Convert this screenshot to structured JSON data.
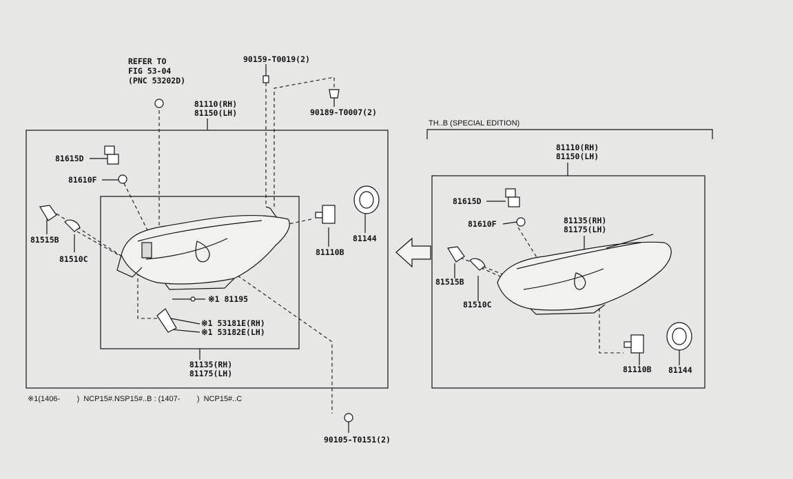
{
  "refer": [
    "REFER TO",
    "FIG 53-04",
    "(PNC 53202D)"
  ],
  "special_header": "TH..B (SPECIAL EDITION)",
  "footnote": "※1(1406-        )  NCP15#.NSP15#..B : (1407-        )  NCP15#..C",
  "left": {
    "assembly": [
      "81110(RH)",
      "81150(LH)"
    ],
    "unit": [
      "81135(RH)",
      "81175(LH)"
    ],
    "p81615d": "81615D",
    "p81610f": "81610F",
    "p81515b": "81515B",
    "p81510c": "81510C",
    "p81110b": "81110B",
    "p81144": "81144",
    "p81195": "※1 81195",
    "p53181e": "※1 53181E(RH)",
    "p53182e": "※1 53182E(LH)"
  },
  "screws": {
    "top1": "90159-T0019(2)",
    "top2": "90189-T0007(2)",
    "bottom": "90105-T0151(2)"
  },
  "right": {
    "assembly": [
      "81110(RH)",
      "81150(LH)"
    ],
    "unit": [
      "81135(RH)",
      "81175(LH)"
    ],
    "p81615d": "81615D",
    "p81610f": "81610F",
    "p81515b": "81515B",
    "p81510c": "81510C",
    "p81110b": "81110B",
    "p81144": "81144"
  }
}
